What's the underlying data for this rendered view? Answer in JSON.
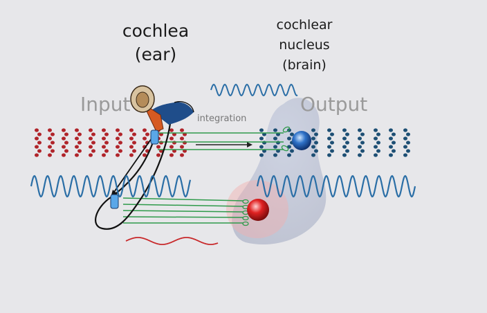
{
  "labels": {
    "cochlea_line1": "cochlea",
    "cochlea_line2": "(ear)",
    "nucleus_line1": "cochlear",
    "nucleus_line2": "nucleus",
    "nucleus_line3": "(brain)",
    "input": "Input",
    "output": "Output",
    "integration": "integration"
  },
  "colors": {
    "background": "#e7e7ea",
    "input_spikes": "#b0242a",
    "output_spikes": "#1d4f74",
    "wave": "#2a6ea6",
    "red_wave": "#c8282a",
    "fiber": "#2e9a4a",
    "nucleus_blob": "#b9bfd3",
    "blue_cell": "#2f72c8",
    "red_cell": "#e02222"
  },
  "icons": [
    "ear-icon",
    "cochlea-icon",
    "blue-neuron-icon",
    "red-neuron-icon",
    "hair-cell-icon"
  ]
}
